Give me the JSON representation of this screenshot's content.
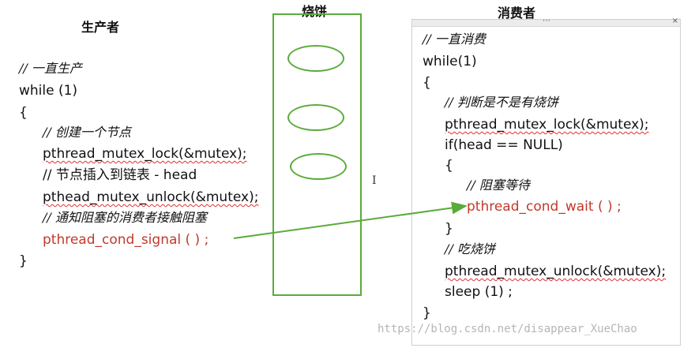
{
  "titles": {
    "producer": "生产者",
    "buffer": "烧饼",
    "consumer": "消费者"
  },
  "producer_code": [
    "// 一直生产",
    "while (1)",
    "{",
    "// 创建一个节点",
    "pthread_mutex_lock(&mutex);",
    "// 节点插入到链表 - head",
    "pthead_mutex_unlock(&mutex);",
    "// 通知阻塞的消费者接触阻塞",
    "pthread_cond_signal ( ) ;",
    "}"
  ],
  "consumer_code": [
    "// 一直消费",
    "while(1)",
    "{",
    "// 判断是不是有烧饼",
    "pthread_mutex_lock(&mutex);",
    "if(head == NULL)",
    "{",
    "// 阻塞等待",
    "pthread_cond_wait ( ) ;",
    "}",
    "// 吃烧饼",
    "pthread_mutex_unlock(&mutex);",
    "sleep (1) ;",
    "}"
  ],
  "panel": {
    "dots": "⋯",
    "close": "×"
  },
  "cursor": "I",
  "watermark": "https://blog.csdn.net/disappear_XueChao",
  "colors": {
    "accent_green": "#5aab3a",
    "signal_red": "#c0392b",
    "squiggle": "#e03030"
  }
}
